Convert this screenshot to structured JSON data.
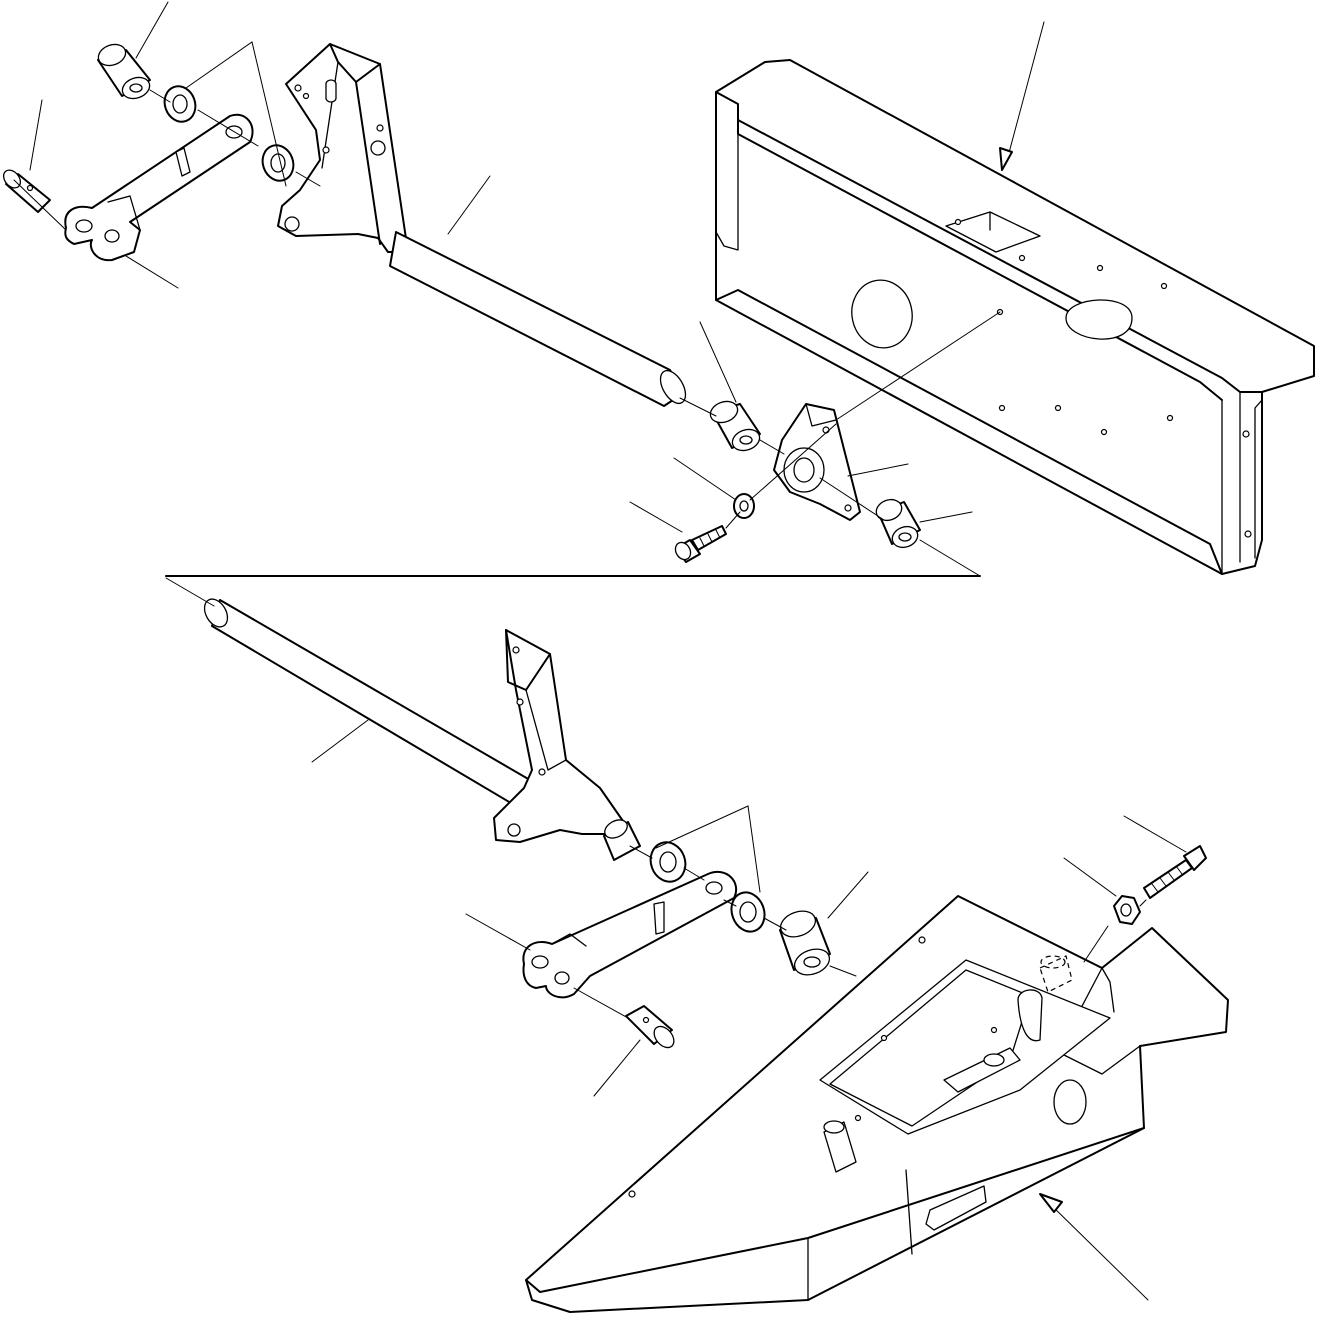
{
  "figure": {
    "type": "exploded-parts-diagram",
    "sections": [
      "upper-assembly",
      "lower-assembly"
    ],
    "parts": [
      "bushing",
      "washer",
      "link-plate",
      "pin",
      "lever-bracket",
      "shaft",
      "support-bracket",
      "bolt",
      "nut",
      "frame-cross-member",
      "floor-frame"
    ],
    "leader_callouts_without_numbers": 22
  },
  "style": {
    "line_color": "#000000",
    "background": "#ffffff"
  }
}
